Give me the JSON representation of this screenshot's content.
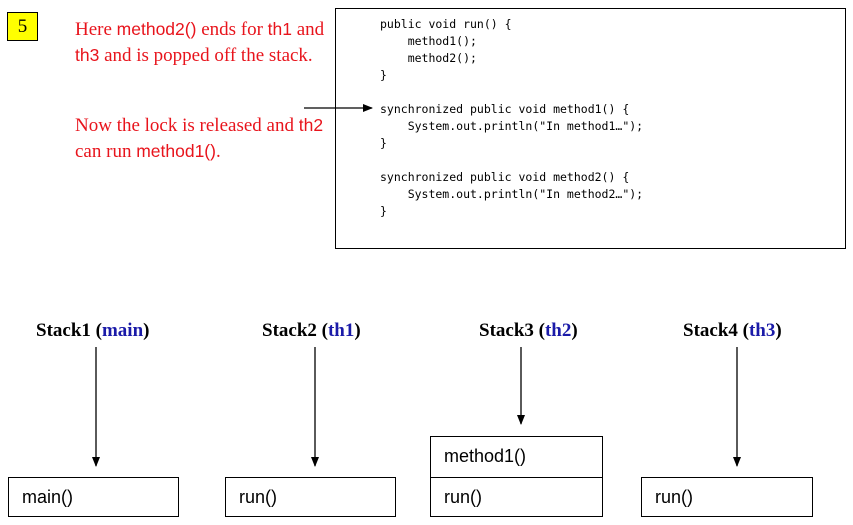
{
  "step": {
    "number": "5"
  },
  "narration": {
    "para1": {
      "prefix": "Here ",
      "method": "method2()",
      "mid": " ends for ",
      "th1": "th1",
      "and": " and ",
      "th3": "th3",
      "suffix": " and is popped off the stack."
    },
    "para2": {
      "text1": "Now the lock is released and ",
      "th2": "th2",
      "text2": " can run ",
      "method": "method1()",
      "end": "."
    }
  },
  "code": {
    "lines": [
      "public void run() {",
      "    method1();",
      "    method2();",
      "}",
      "",
      "synchronized public void method1() {",
      "    System.out.println(\"In method1…\");",
      "}",
      "",
      "synchronized public void method2() {",
      "    System.out.println(\"In method2…\");",
      "}"
    ]
  },
  "stacks": [
    {
      "label": "Stack1 (",
      "thread": "main",
      "close": ")",
      "frames": [
        "main()"
      ]
    },
    {
      "label": "Stack2 (",
      "thread": "th1",
      "close": ")",
      "frames": [
        "run()"
      ]
    },
    {
      "label": "Stack3 (",
      "thread": "th2",
      "close": ")",
      "frames": [
        "method1()",
        "run()"
      ]
    },
    {
      "label": "Stack4 (",
      "thread": "th3",
      "close": ")",
      "frames": [
        "run()"
      ]
    }
  ],
  "colors": {
    "narration": "#e8141c",
    "thread_name": "#1a1aa8",
    "badge": "#ffff00"
  }
}
